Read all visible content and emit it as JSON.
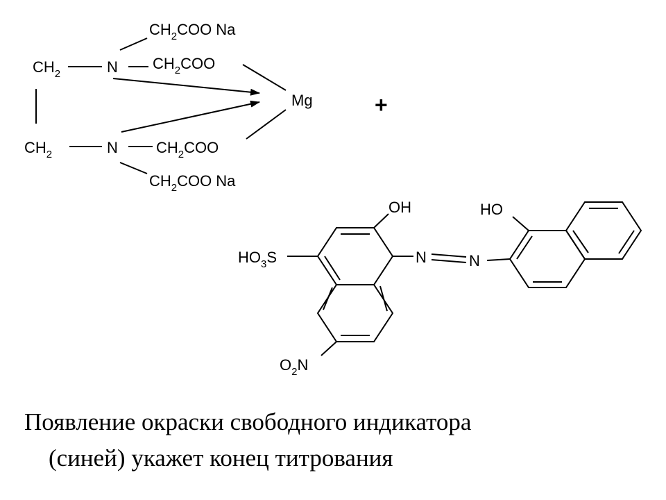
{
  "complex": {
    "ch2_top": "CH",
    "ch2_top_sub": "2",
    "ch2_bot": "CH",
    "ch2_bot_sub": "2",
    "n_top": "N",
    "n_bot": "N",
    "arm_top_outer": {
      "pre": "CH",
      "sub": "2",
      "post": "COO",
      "ion": "Na"
    },
    "arm_top_inner": {
      "pre": "CH",
      "sub": "2",
      "post": "COO"
    },
    "arm_bot_inner": {
      "pre": "CH",
      "sub": "2",
      "post": "COO"
    },
    "arm_bot_outer": {
      "pre": "CH",
      "sub": "2",
      "post": "COO",
      "ion": "Na"
    },
    "metal": "Mg"
  },
  "plus_sign": "+",
  "indicator": {
    "oh_left": "OH",
    "ho_right": "HO",
    "sulfo": {
      "pre": "HO",
      "sub": "3",
      "post": "S"
    },
    "azo_n1": "N",
    "azo_n2": "N",
    "nitro": {
      "pre": "O",
      "sub": "2",
      "post": "N"
    }
  },
  "caption": {
    "line1": "Появление окраски свободного индикатора",
    "line2": "(синей) укажет конец титрования"
  }
}
